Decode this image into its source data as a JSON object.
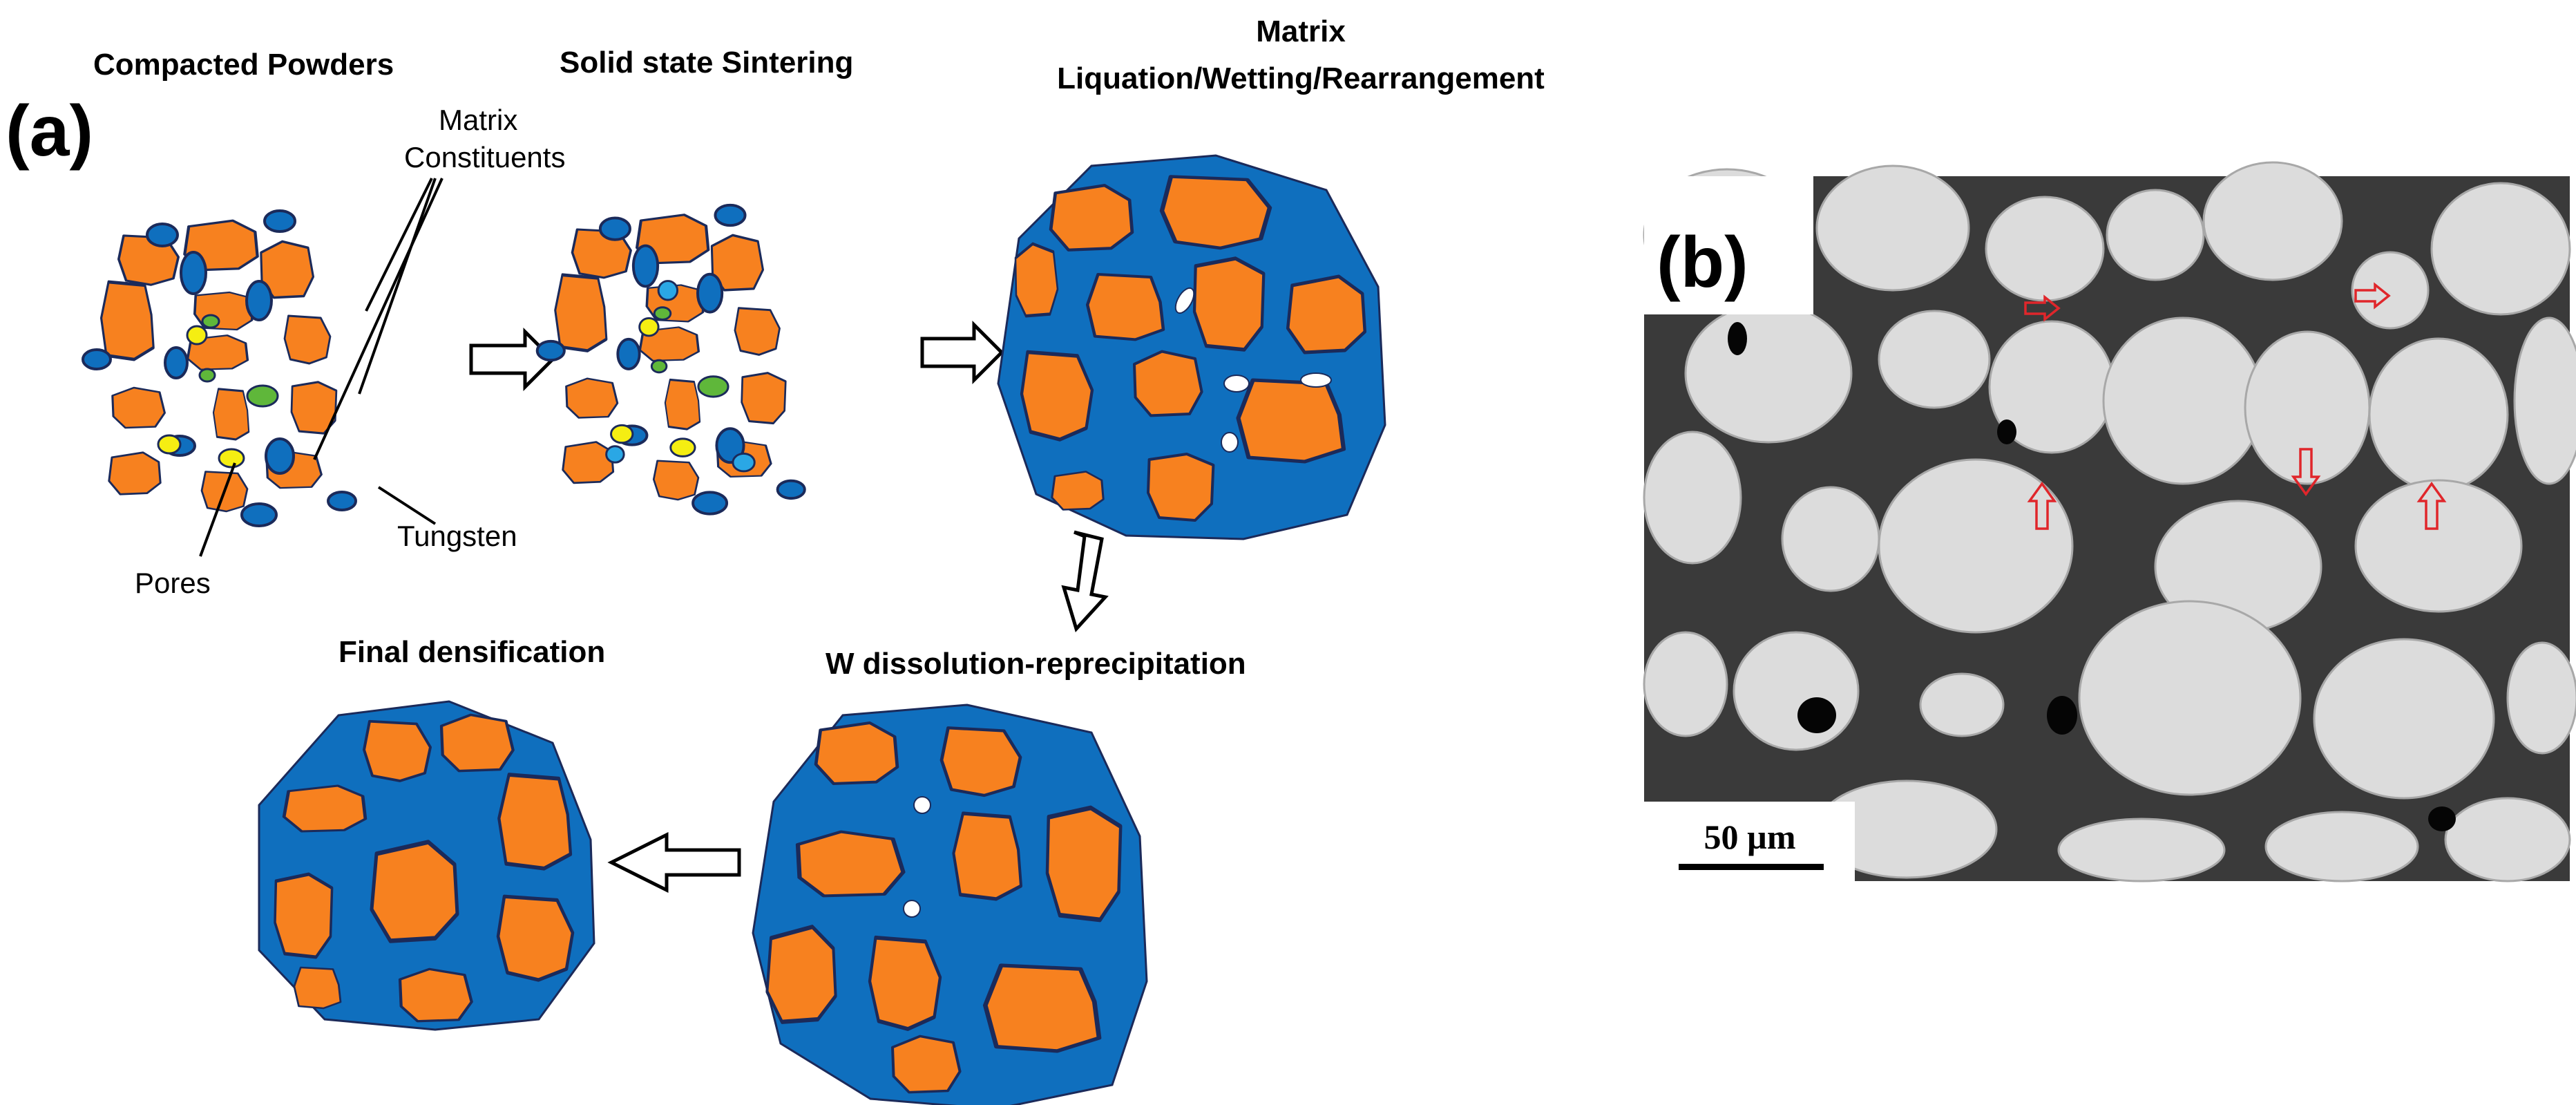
{
  "panel_a": {
    "label": "(a)",
    "stages": {
      "compacted": "Compacted Powders",
      "solid_state": "Solid state Sintering",
      "matrix_line1": "Matrix",
      "matrix_line2": "Liquation/Wetting/Rearrangement",
      "dissolution": "W dissolution-reprecipitation",
      "final": "Final densification"
    },
    "annotations": {
      "matrix_line1": "Matrix",
      "matrix_line2": "Constituents",
      "tungsten": "Tungsten",
      "pores": "Pores"
    }
  },
  "panel_b": {
    "label": "(b)",
    "scale_bar": "50 µm"
  },
  "colors": {
    "tungsten": "#F7811F",
    "matrix": "#0F6FBE",
    "outline": "#1B2A5A",
    "constituent_yellow": "#F5EE12",
    "constituent_green": "#5FB73A",
    "constituent_light_blue": "#2AA7E5",
    "sem_arrows": "#E0262B"
  }
}
